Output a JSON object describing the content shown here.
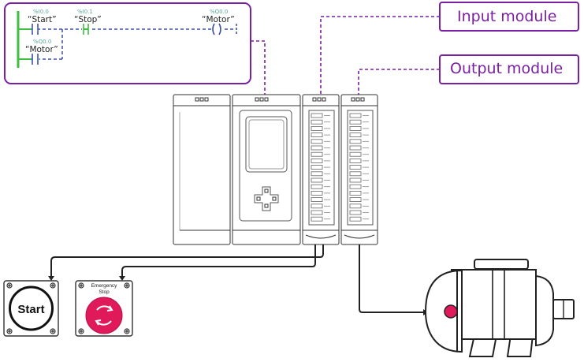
{
  "colors": {
    "accent": "#7a1fa2",
    "ladder_blue": "#3b4fa8",
    "contact_green": "#3fbf3f",
    "addr_teal": "#5aa89a",
    "estop_red": "#e0195a",
    "line": "#222222",
    "motor_red": "#e0195a"
  },
  "ladder": {
    "start_addr": "%I0.0",
    "start_name": "“Start”",
    "stop_addr": "%I0.1",
    "stop_name": "“Stop”",
    "coil_addr": "%Q0.0",
    "coil_name": "“Motor”",
    "hold_addr": "%Q0.0",
    "hold_name": "“Motor”"
  },
  "callouts": {
    "input_module": "Input module",
    "output_module": "Output module"
  },
  "buttons": {
    "start_label": "Start",
    "estop_label_line1": "Emergency",
    "estop_label_line2": "Stop"
  }
}
